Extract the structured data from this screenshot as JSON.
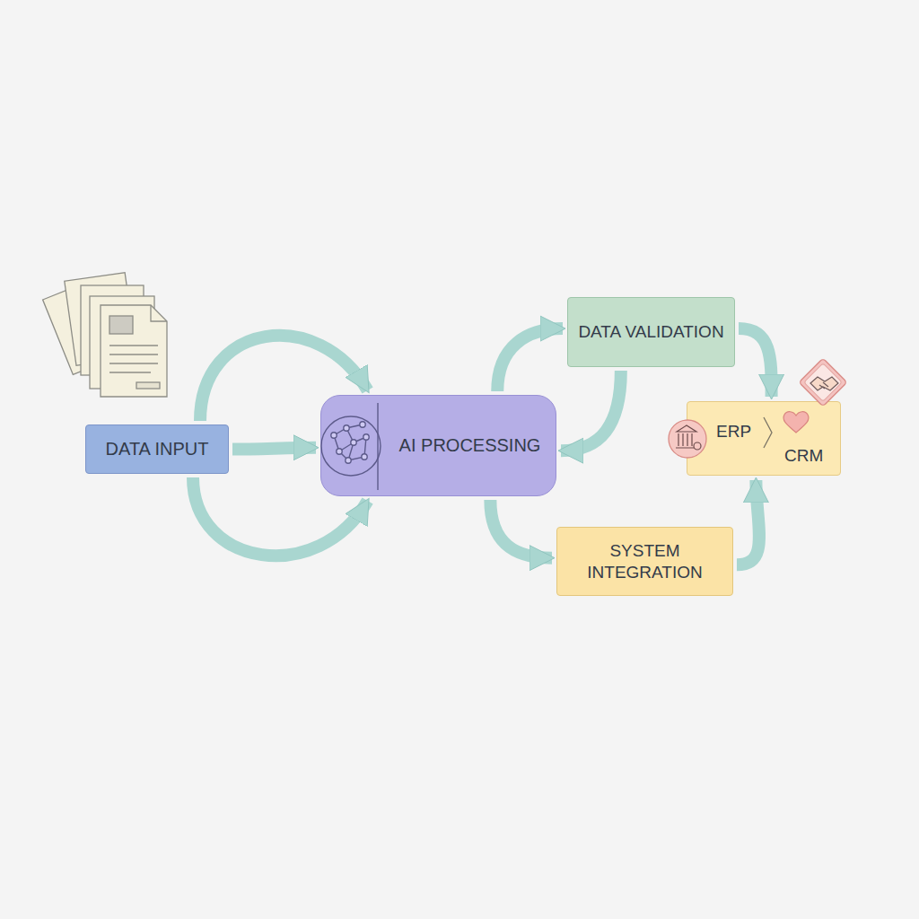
{
  "diagram": {
    "nodes": [
      {
        "text": [
          "DATA INPUT"
        ]
      },
      {
        "text": [
          "AI PROCESSING"
        ]
      },
      {
        "text": [
          "DATA VALIDATION"
        ]
      },
      {
        "text": [
          "SYSTEM INTEGRATION"
        ]
      },
      {
        "text": [
          "ERP",
          "CRM"
        ]
      }
    ],
    "edges": [
      {
        "from": 0,
        "to": 1,
        "arrow": "to"
      },
      {
        "from": 0,
        "to": 1,
        "arrow": "to"
      },
      {
        "from": 0,
        "to": 1,
        "arrow": "to"
      },
      {
        "from": 1,
        "to": 2,
        "arrow": "to"
      },
      {
        "from": 2,
        "to": 1,
        "arrow": "to"
      },
      {
        "from": 2,
        "to": 4,
        "arrow": "to"
      },
      {
        "from": 1,
        "to": 3,
        "arrow": "to"
      },
      {
        "from": 3,
        "to": 4,
        "arrow": "to"
      }
    ]
  }
}
